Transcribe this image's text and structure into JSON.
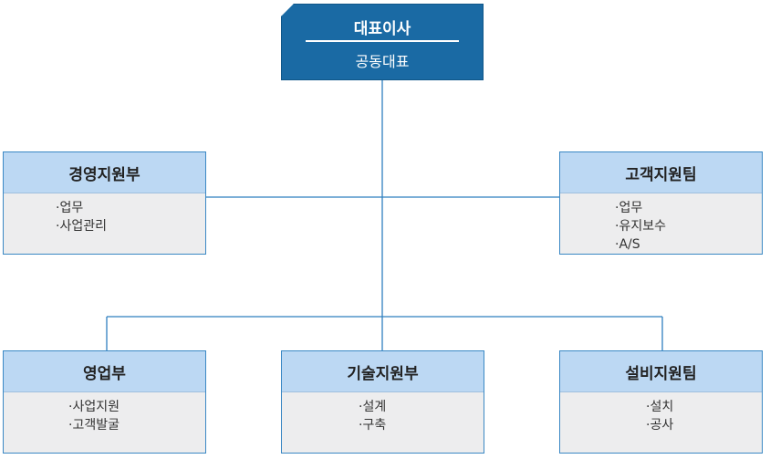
{
  "ceo": {
    "title": "대표이사",
    "subtitle": "공동대표"
  },
  "departments": [
    {
      "name": "경영지원부",
      "items": [
        "·업무",
        "·사업관리"
      ]
    },
    {
      "name": "고객지원팀",
      "items": [
        "·업무",
        "·유지보수",
        "·A/S"
      ]
    },
    {
      "name": "영업부",
      "items": [
        "·사업지원",
        "·고객발굴"
      ]
    },
    {
      "name": "기술지원부",
      "items": [
        "·설계",
        "·구축"
      ]
    },
    {
      "name": "설비지원팀",
      "items": [
        "·설치",
        "·공사"
      ]
    }
  ],
  "colors": {
    "ceo_fill": "#1a6aa4",
    "header_fill": "#bcd8f3",
    "body_fill": "#ededee",
    "border": "#3a88c4",
    "connector": "#2f7fbf"
  }
}
